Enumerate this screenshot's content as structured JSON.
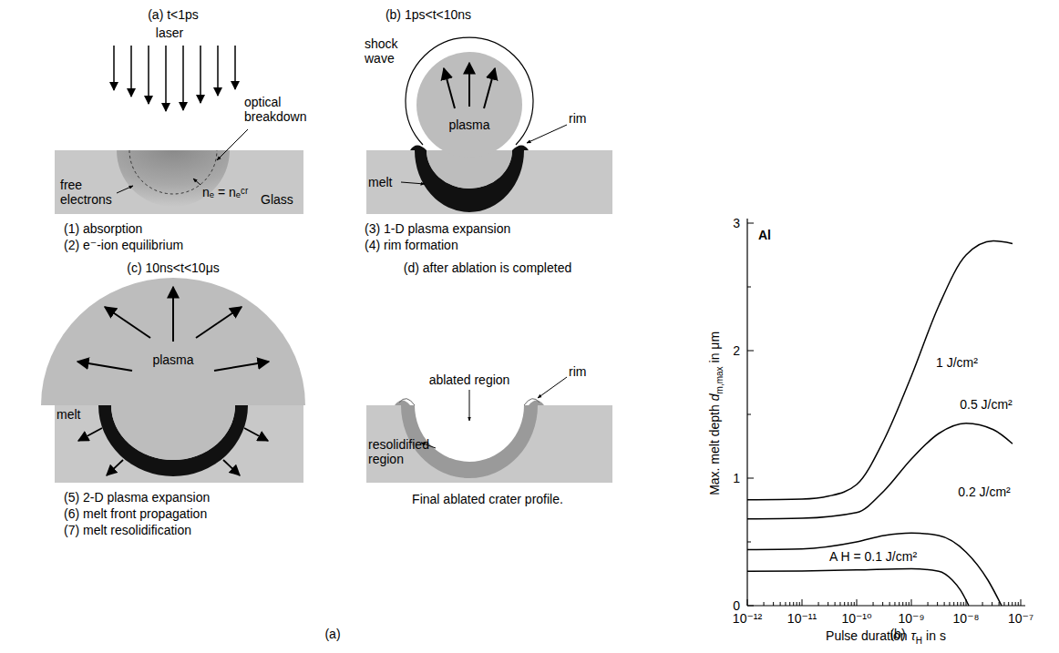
{
  "diagram": {
    "nodes": [
      {
        "text": [
          "plasma"
        ]
      },
      {
        "text": [
          "plasma"
        ]
      }
    ],
    "labels": [
      "(a) t<1ps",
      "laser",
      "optical breakdown",
      "free electrons",
      "nₑ = nₑᶜʳ",
      "Glass",
      "(1) absorption",
      "(2) e⁻-ion equilibrium",
      "(b) 1ps<t<10ns",
      "shock wave",
      "rim",
      "melt",
      "(3) 1-D plasma expansion",
      "(4) rim formation",
      "(c) 10ns<t<10μs",
      "melt",
      "(5) 2-D plasma expansion",
      "(6) melt front propagation",
      "(7) melt resolidification",
      "(d) after ablation is completed",
      "ablated region",
      "rim",
      "resolidified region",
      "Final ablated crater profile.",
      "(a)",
      "Al",
      "3",
      "2",
      "1",
      "0",
      "10⁻¹²",
      "10⁻¹¹",
      "10⁻¹⁰",
      "10⁻⁹",
      "10⁻⁸",
      "10⁻⁷",
      "Max. melt depth",
      "d",
      "m,max",
      "in μm",
      "Pulse duration",
      "τ",
      "H",
      "in s",
      "1 J/cm²",
      "0.5 J/cm²",
      "0.2 J/cm²",
      "A H = 0.1 J/cm²",
      "(b)"
    ]
  }
}
